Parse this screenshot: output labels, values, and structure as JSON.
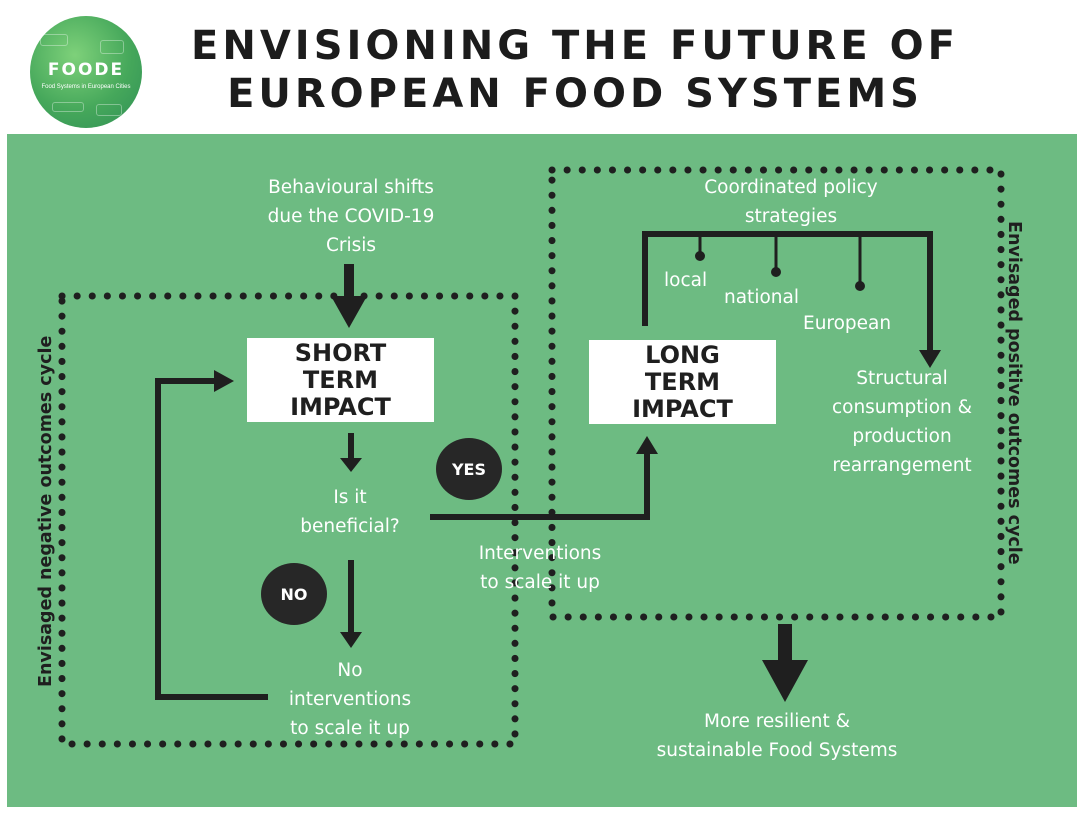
{
  "header": {
    "title": "ENVISIONING THE FUTURE OF\nEUROPEAN FOOD SYSTEMS",
    "logo_text": "FOODE",
    "logo_subtext": "Food Systems in European Cities"
  },
  "diagram": {
    "trigger": "Behavioural shifts\ndue the COVID-19\nCrisis",
    "short_term_box": "SHORT\nTERM\nIMPACT",
    "long_term_box": "LONG\nTERM\nIMPACT",
    "question": "Is it\nbeneficial?",
    "yes_badge": "YES",
    "no_badge": "NO",
    "no_outcome": "No\ninterventions\nto scale it up",
    "yes_outcome": "Interventions\nto scale it up",
    "policy_heading": "Coordinated policy\nstrategies",
    "policy_levels": [
      "local",
      "national",
      "European"
    ],
    "structural": "Structural\nconsumption &\nproduction\nrearrangement",
    "final_outcome": "More resilient &\nsustainable Food Systems",
    "negative_cycle_label": "Envisaged negative outcomes cycle",
    "positive_cycle_label": "Envisaged positive outcomes cycle"
  },
  "colors": {
    "panel": "#6dbb82",
    "arrows": "#1f1f1f",
    "text": "#ffffff"
  }
}
